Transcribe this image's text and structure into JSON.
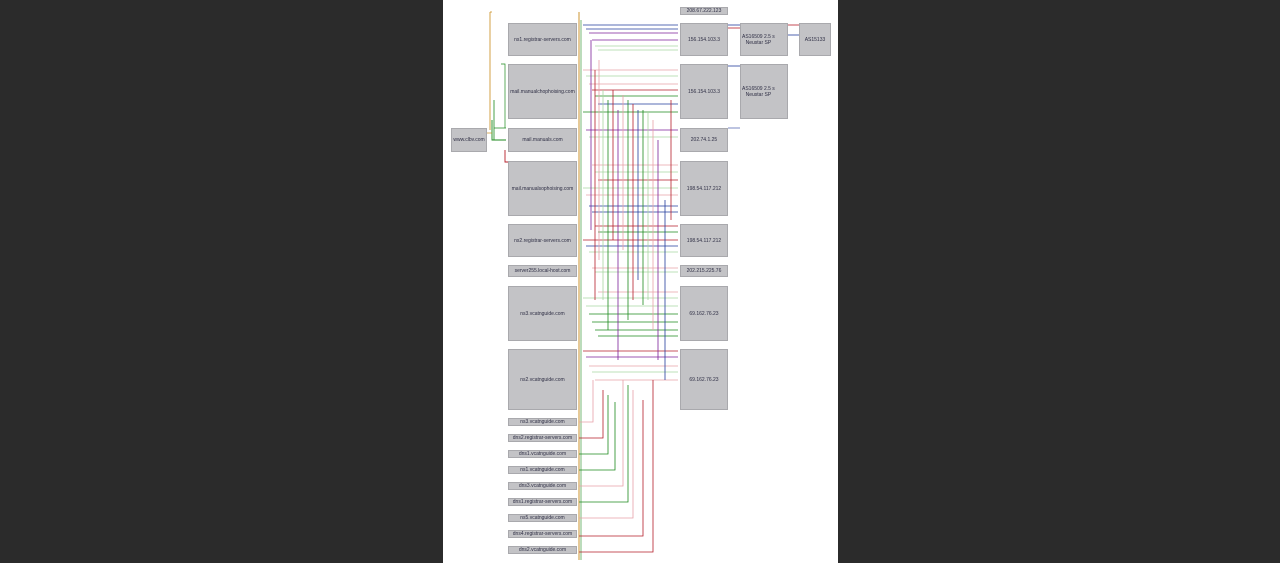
{
  "viewer": {
    "background": "#2b2b2b",
    "canvas_background": "#ffffff"
  },
  "diagram": {
    "node_fill": "#c3c3c6",
    "wire_colors": [
      "#1d8a1d",
      "#b51e2a",
      "#7c1f9a",
      "#233c9c",
      "#c98a1a",
      "#a8d6a0",
      "#e7a0a8"
    ],
    "root": {
      "id": "root",
      "label": "www.clbv.com"
    },
    "domains": [
      {
        "id": "d1",
        "label": "ns1.registrar-servers.com"
      },
      {
        "id": "d2",
        "label": "mail.manualchophoising.com"
      },
      {
        "id": "d3",
        "label": "mail.manuals.com"
      },
      {
        "id": "d4",
        "label": "mail.manualsophoising.com"
      },
      {
        "id": "d5",
        "label": "ns2.registrar-servers.com"
      },
      {
        "id": "d6",
        "label": "server255.local-host.com"
      },
      {
        "id": "d7",
        "label": "ns3.vcatnguide.com"
      },
      {
        "id": "d8",
        "label": "ns2.vcatnguide.com"
      },
      {
        "id": "s1",
        "label": "ns3.vcatnguide.com"
      },
      {
        "id": "s2",
        "label": "dns2.registrar-servers.com"
      },
      {
        "id": "s3",
        "label": "dns1.vcatnguide.com"
      },
      {
        "id": "s4",
        "label": "ns1.vcatnguide.com"
      },
      {
        "id": "s5",
        "label": "dns3.vcatnguide.com"
      },
      {
        "id": "s6",
        "label": "dns1.registrar-servers.com"
      },
      {
        "id": "s7",
        "label": "ns5.vcatnguide.com"
      },
      {
        "id": "s8",
        "label": "dns4.registrar-servers.com"
      },
      {
        "id": "s9",
        "label": "dns2.vcatnguide.com"
      }
    ],
    "addresses": [
      {
        "id": "a0",
        "label": "208.67.222.123"
      },
      {
        "id": "a1",
        "label": "156.154.103.3"
      },
      {
        "id": "a2",
        "label": "156.154.103.3"
      },
      {
        "id": "a3",
        "label": "202.74.1.25"
      },
      {
        "id": "a4",
        "label": "198.54.117.212"
      },
      {
        "id": "a5",
        "label": "198.54.117.212"
      },
      {
        "id": "a6",
        "label": "202.215.225.76"
      },
      {
        "id": "a7",
        "label": "69.162.76.23"
      },
      {
        "id": "a8",
        "label": "69.162.76.23"
      }
    ],
    "networks": [
      {
        "id": "n1",
        "label": "AS16509 2.5 s\nNeustar SP"
      },
      {
        "id": "n2",
        "label": "AS16509 2.5 s\nNeustar SP"
      },
      {
        "id": "n3",
        "label": "AS15133"
      }
    ]
  }
}
